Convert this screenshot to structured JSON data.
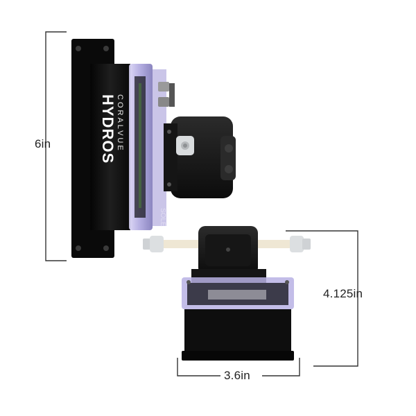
{
  "dimensions": {
    "height": "6in",
    "depth": "4.125in",
    "width": "3.6in"
  },
  "product": {
    "brand_small": "CORALVUE",
    "brand_large": "HYDROS",
    "side_mark": "SOLE"
  },
  "colors": {
    "background": "#ffffff",
    "housing": "#111111",
    "acrylic": "#b9b3e6",
    "tube": "#efe7d4",
    "fitting": "#d8dadc",
    "dimension_line": "#333333"
  }
}
